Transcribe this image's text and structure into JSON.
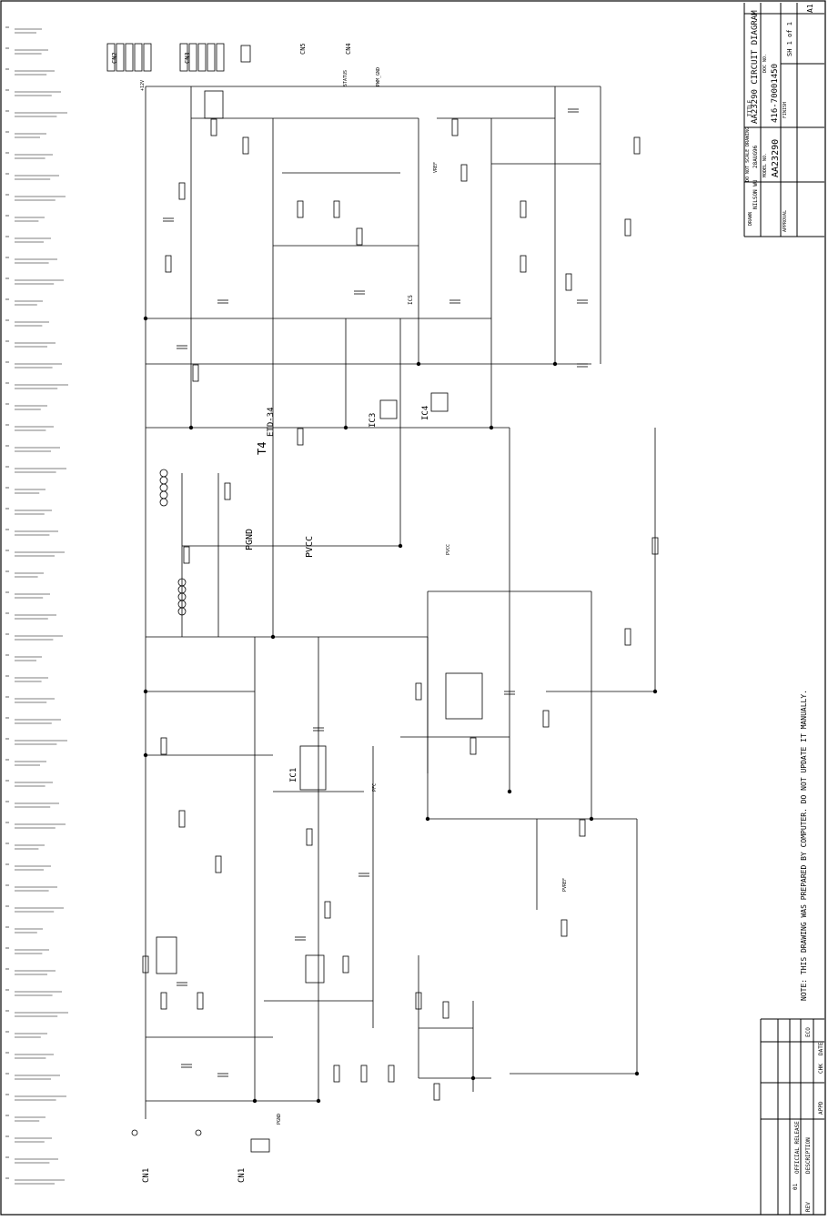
{
  "title_block": {
    "title_label": "TITLE",
    "title": "AA23290 CIRCUIT DIAGRAM",
    "doc_label": "DOC NO.",
    "doc_number": "416-70001450",
    "model_label": "MODEL NO.",
    "model": "AA23290",
    "sheet": "SH 1 of 1",
    "size": "A1",
    "drawn_label": "DRAWN",
    "drawn": "NILSON WU",
    "date": "28AUG96",
    "no_scale": "DO NOT SCALE DRAWING",
    "approved_label": "APPROVAL",
    "finish_label": "FINISH"
  },
  "revision_block": {
    "rev_label": "REV",
    "rev": "01",
    "eco_label": "ECO",
    "description_label": "DESCRIPTION",
    "description": "OFFICIAL RELEASE",
    "chk_label": "CHK",
    "date_label": "DATE",
    "appd_label": "APPD"
  },
  "note": "NOTE: THIS DRAWING WAS PREPARED BY COMPUTER. DO NOT UPDATE IT MANUALLY.",
  "connectors": {
    "cn1_a": "CN1",
    "cn1_b": "CN1",
    "cn2": "CN2",
    "cn3": "CN3",
    "cn4": "CN4",
    "cn5": "CN5"
  },
  "ics": [
    "IC1",
    "IC3",
    "IC4",
    "IC5"
  ],
  "transformer": {
    "name": "T4",
    "core": "ETD-34",
    "net_pgnd": "PGND",
    "net_pvcc": "PVCC"
  },
  "labels": {
    "vcc12": "+12V",
    "pgnd": "PGND",
    "pvcc": "PVCC",
    "pvref": "PVREF",
    "status": "STATUS",
    "pwm_gnd": "PWM_GND",
    "pfc": "PFC",
    "vref": "VREF"
  }
}
